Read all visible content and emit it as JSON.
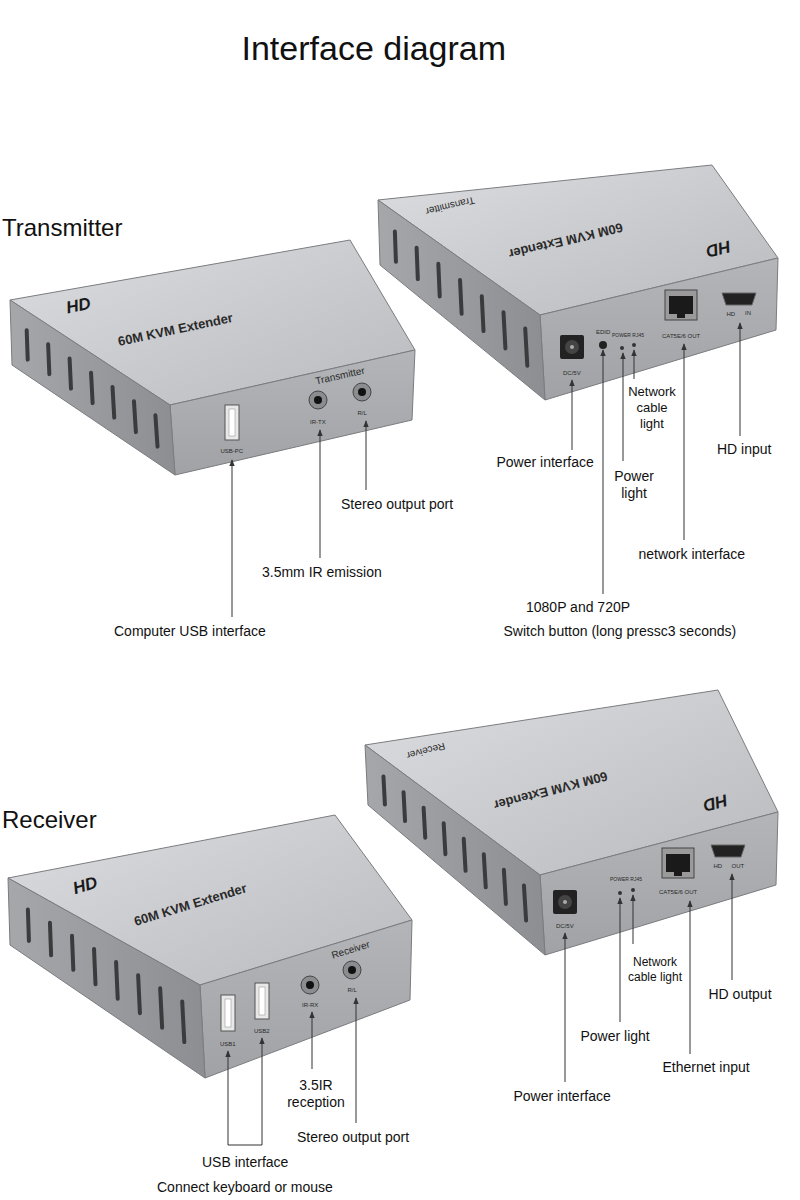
{
  "diagram": {
    "title": "Interface diagram",
    "labels": [
      "Transmitter",
      "HD",
      "60M KVM Extender",
      "Transmitter",
      "USB-PC",
      "IR-TX",
      "R/L",
      "Transmitter",
      "60M KVM Extender",
      "HD",
      "DC/5V",
      "EDID",
      "POWER RJ45",
      "CAT5E/6 OUT",
      "HD",
      "IN",
      "Power interface",
      "Network cable light",
      "Power light",
      "HD input",
      "network interface",
      "1080P and 720P",
      "Switch button (long pressc3 seconds)",
      "Stereo output port",
      "3.5mm IR emission",
      "Computer USB interface",
      "Receiver",
      "HD",
      "60M KVM Extender",
      "Receiver",
      "USB1",
      "USB2",
      "IR-RX",
      "R/L",
      "Receiver",
      "60M KVM Extender",
      "HD",
      "DC/5V",
      "POWER RJ45",
      "CAT5E/6 OUT",
      "HD",
      "OUT",
      "Network cable light",
      "HD output",
      "Power light",
      "Ethernet input",
      "Power interface",
      "3.5IR reception",
      "Stereo output port",
      "USB interface",
      "Connect keyboard or mouse"
    ]
  }
}
